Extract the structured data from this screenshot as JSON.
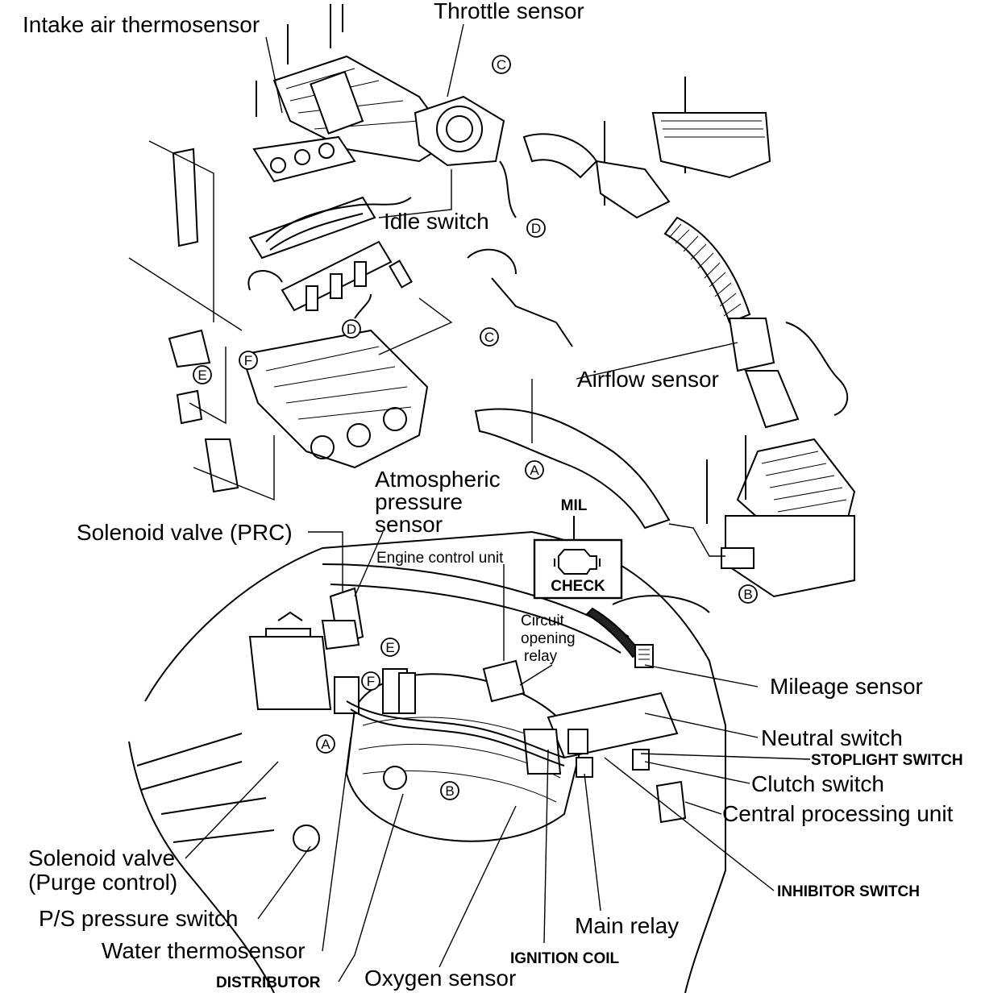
{
  "labels": {
    "intake_air_thermosensor": "Intake air thermosensor",
    "throttle_sensor": "Throttle sensor",
    "idle_switch": "Idle switch",
    "airflow_sensor": "Airflow sensor",
    "atmospheric_line1": "Atmospheric",
    "atmospheric_line2": "pressure",
    "atmospheric_line3": "sensor",
    "mil": "MIL",
    "check": "CHECK",
    "solenoid_prc": "Solenoid valve (PRC)",
    "engine_control_unit": "Engine control unit",
    "circuit_line1": "Circuit",
    "circuit_line2": "opening",
    "circuit_line3": "relay",
    "mileage_sensor": "Mileage sensor",
    "neutral_switch": "Neutral switch",
    "stoplight_switch": "STOPLIGHT SWITCH",
    "clutch_switch": "Clutch switch",
    "central_processing_unit": "Central processing unit",
    "inhibitor_switch": "INHIBITOR SWITCH",
    "solenoid_purge_line1": "Solenoid valve",
    "solenoid_purge_line2": "(Purge control)",
    "ps_pressure_switch": "P/S pressure switch",
    "water_thermosensor": "Water thermosensor",
    "distributor": "DISTRIBUTOR",
    "oxygen_sensor": "Oxygen sensor",
    "ignition_coil": "IGNITION COIL",
    "main_relay": "Main relay"
  },
  "markers": {
    "a": "A",
    "b": "B",
    "c": "C",
    "d": "D",
    "e": "E",
    "f": "F"
  },
  "icons": {
    "engine_check": "engine-check-icon",
    "connector_marker": "circled-letter-icon"
  }
}
